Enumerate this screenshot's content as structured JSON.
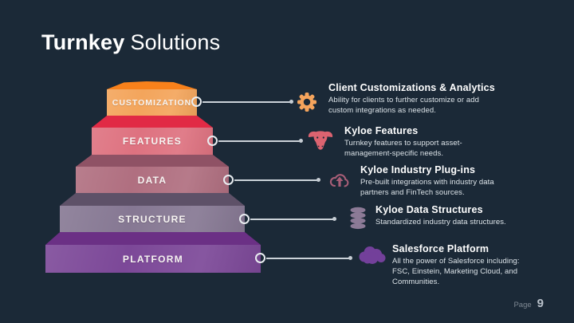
{
  "slide": {
    "title_bold": "Turnkey",
    "title_regular": "Solutions",
    "page_label": "Page",
    "page_number": "9",
    "background_color": "#1b2937"
  },
  "pyramid": {
    "layers": [
      {
        "label": "CUSTOMIZATION",
        "top_color": "#f8811b",
        "front_color": "#f3a55c"
      },
      {
        "label": "FEATURES",
        "top_color": "#e12a45",
        "front_color": "#de7280"
      },
      {
        "label": "DATA",
        "top_color": "#8f5265",
        "front_color": "#b06f80"
      },
      {
        "label": "STRUCTURE",
        "top_color": "#5e5168",
        "front_color": "#867893"
      },
      {
        "label": "PLATFORM",
        "top_color": "#6b3085",
        "front_color": "#7c4898"
      }
    ]
  },
  "items": [
    {
      "icon": "gear-icon",
      "icon_color": "#f5a45c",
      "title": "Client Customizations & Analytics",
      "body": "Ability for clients to further customize or add custom integrations as needed."
    },
    {
      "icon": "highland-cow-icon",
      "icon_color": "#dc6370",
      "title": "Kyloe Features",
      "body": "Turnkey features to support asset-management-specific needs."
    },
    {
      "icon": "cloud-upload-icon",
      "icon_color": "#a85e77",
      "title": "Kyloe Industry Plug-ins",
      "body": "Pre-built integrations with industry data partners and FinTech sources."
    },
    {
      "icon": "database-icon",
      "icon_color": "#8c7a96",
      "title": "Kyloe Data Structures",
      "body": "Standardized industry data structures."
    },
    {
      "icon": "salesforce-cloud-icon",
      "icon_color": "#73409a",
      "title": "Salesforce Platform",
      "body": "All the power of Salesforce including: FSC, Einstein, Marketing Cloud, and Communities."
    }
  ]
}
